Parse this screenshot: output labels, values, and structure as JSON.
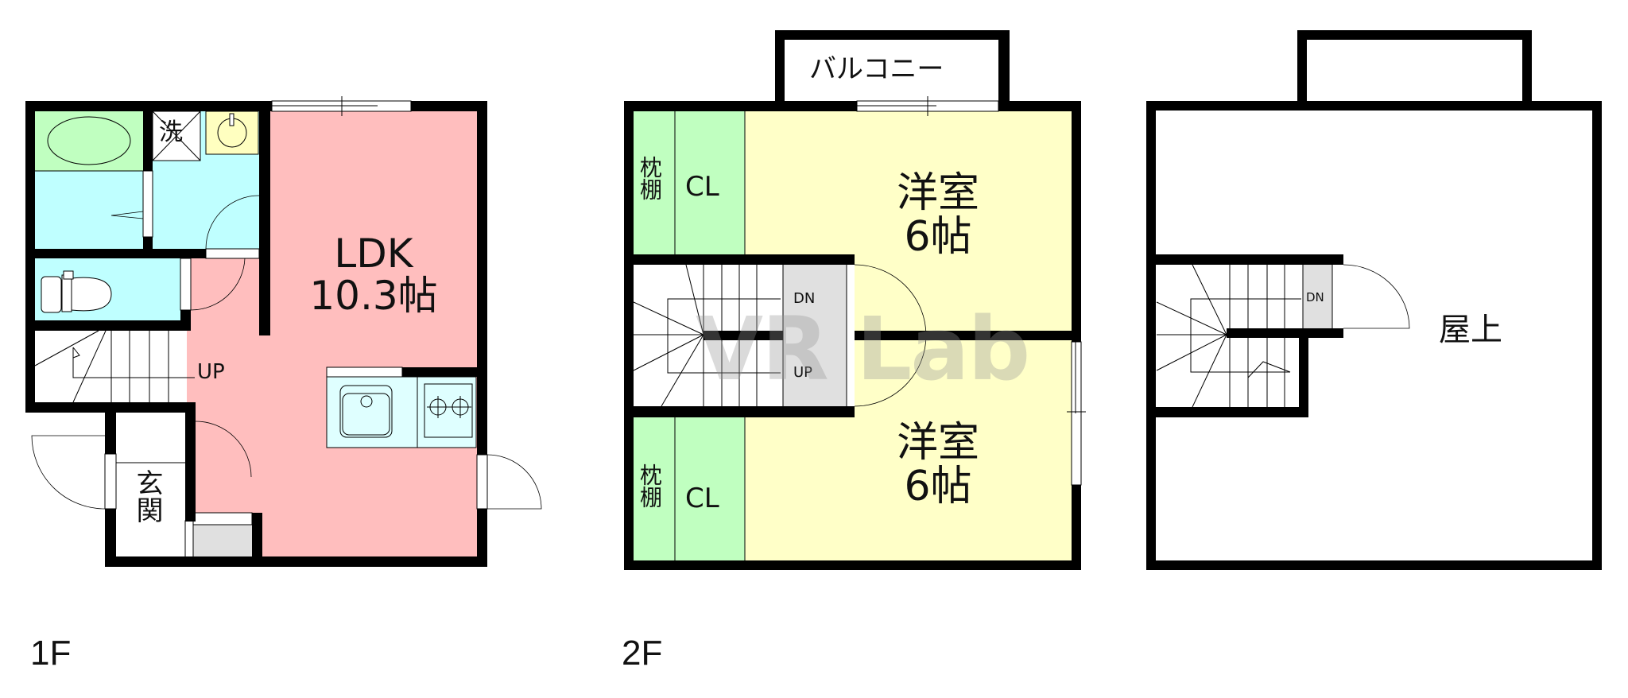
{
  "colors": {
    "wall": "#000000",
    "ldk": "#ffbebe",
    "wet_area": "#bfffff",
    "bath_tub": "#c0ffc0",
    "washbasin": "#ffffc0",
    "western_room": "#ffffc8",
    "closet": "#c0ffc0",
    "stair_landing": "#e0e0e0",
    "kitchen_counter": "#dfffff",
    "watermark": "#9a9a9a"
  },
  "floors": [
    {
      "id": "1F",
      "label": "1F",
      "rooms": {
        "ldk": {
          "name": "LDK",
          "size": "10.3帖"
        },
        "washroom": {
          "label": "洗"
        },
        "entrance": {
          "label": "玄関"
        },
        "stairs": {
          "direction": "UP"
        }
      }
    },
    {
      "id": "2F",
      "label": "2F",
      "rooms": {
        "balcony": {
          "label": "バルコニー"
        },
        "western_room_1": {
          "name": "洋室",
          "size": "6帖"
        },
        "western_room_2": {
          "name": "洋室",
          "size": "6帖"
        },
        "closet_1": {
          "label": "CL"
        },
        "closet_2": {
          "label": "CL"
        },
        "pillow_shelf_1": {
          "label": "枕棚"
        },
        "pillow_shelf_2": {
          "label": "枕棚"
        },
        "stairs": {
          "down": "DN",
          "up": "UP"
        }
      }
    },
    {
      "id": "roof",
      "label": "",
      "rooms": {
        "rooftop": {
          "label": "屋上"
        },
        "stairs": {
          "direction": "DN"
        }
      }
    }
  ],
  "watermark": "VR Lab"
}
